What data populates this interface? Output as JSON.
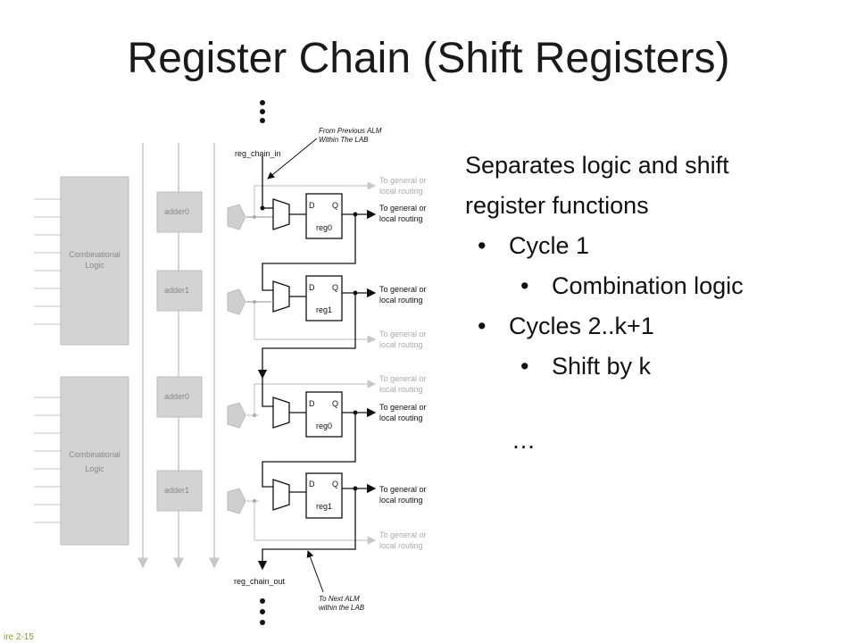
{
  "slide": {
    "title": "Register Chain (Shift Registers)",
    "footer": "ire 2-15",
    "bullets": {
      "intro_line1": "Separates logic and shift",
      "intro_line2": "register functions",
      "items": [
        {
          "label": "Cycle 1",
          "children": [
            "Combination logic"
          ]
        },
        {
          "label": "Cycles 2..k+1",
          "children": [
            "Shift by k"
          ]
        }
      ],
      "ellipsis": "…",
      "bullet_char": "•"
    }
  },
  "diagram": {
    "reg_chain_in": "reg_chain_in",
    "reg_chain_out": "reg_chain_out",
    "from_previous_line1": "From Previous ALM",
    "from_previous_line2": "Within The LAB",
    "to_next_line1": "To Next ALM",
    "to_next_line2": "within the LAB",
    "combinational_line1": "Combinational",
    "combinational_line2": "Logic",
    "adders": [
      "adder0",
      "adder1",
      "adder0",
      "adder1"
    ],
    "registers": [
      "reg0",
      "reg1",
      "reg0",
      "reg1"
    ],
    "d_label": "D",
    "q_label": "Q",
    "routing_line1": "To general or",
    "routing_line2": "local routing"
  }
}
